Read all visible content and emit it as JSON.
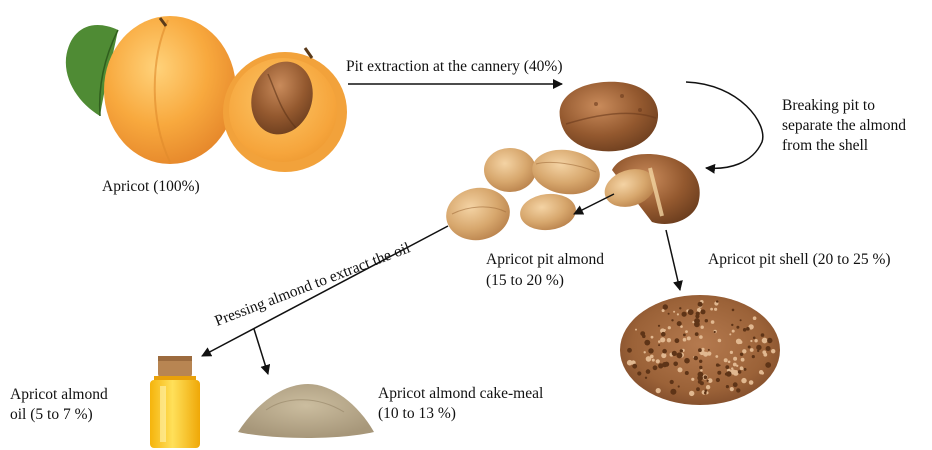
{
  "labels": {
    "apricot": "Apricot (100%)",
    "pit_extraction": "Pit extraction at the cannery (40%)",
    "breaking_line1": "Breaking pit to",
    "breaking_line2": "separate the almond",
    "breaking_line3": "from the shell",
    "pit_almond_line1": "Apricot pit almond",
    "pit_almond_line2": "(15 to 20 %)",
    "pit_shell": "Apricot pit shell (20 to 25 %)",
    "pressing": "Pressing almond to extract the oil",
    "oil_line1": "Apricot almond",
    "oil_line2": "oil (5 to 7 %)",
    "cake_line1": "Apricot almond cake-meal",
    "cake_line2": "(10 to 13 %)"
  },
  "colors": {
    "apricot_skin": "#f7a23a",
    "apricot_flesh": "#f9b451",
    "leaf": "#4f8b34",
    "pit": "#9a5e35",
    "almond": "#d2a36a",
    "shell_fragments": "#a76b45",
    "oil": "#f7c21a",
    "cake_meal": "#b7a78a",
    "arrow": "#111111"
  }
}
